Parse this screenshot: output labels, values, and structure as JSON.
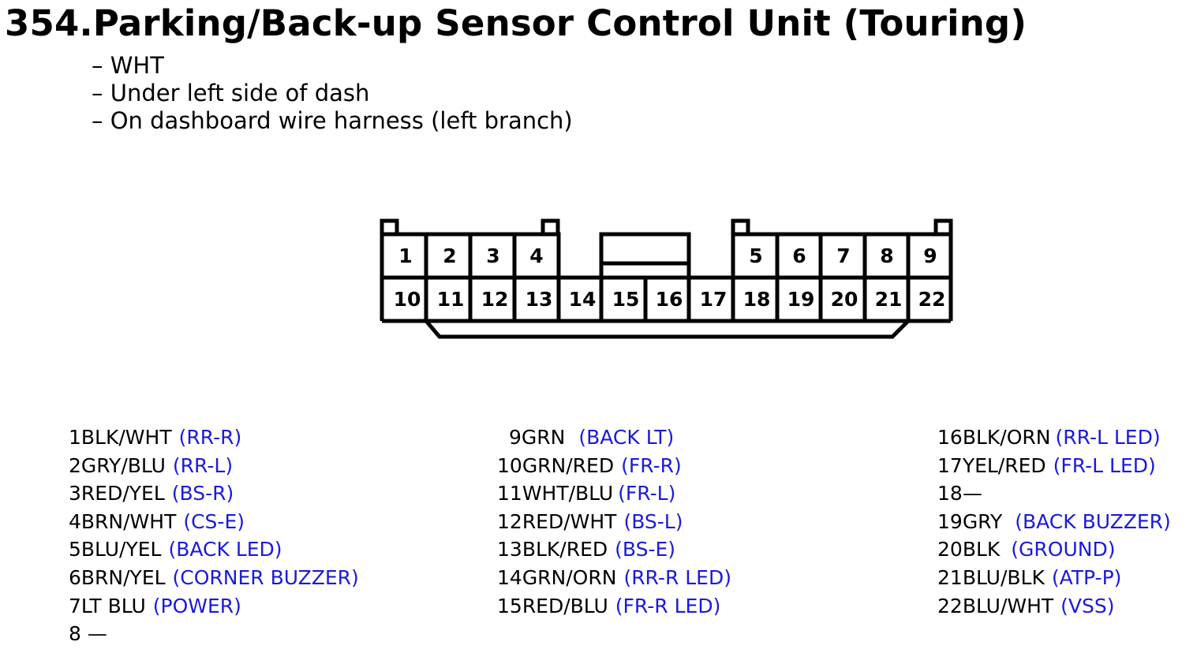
{
  "title": "354.Parking/Back-up Sensor Control Unit (Touring)",
  "notes": [
    "– WHT",
    "– Under left side of dash",
    "– On dashboard wire harness (left branch)"
  ],
  "connector": {
    "top_row": [
      "1",
      "2",
      "3",
      "4",
      "5",
      "6",
      "7",
      "8",
      "9"
    ],
    "bottom_row": [
      "10",
      "11",
      "12",
      "13",
      "14",
      "15",
      "16",
      "17",
      "18",
      "19",
      "20",
      "21",
      "22"
    ]
  },
  "pins": {
    "col1": [
      {
        "no": "1",
        "wire": "BLK/WHT",
        "desc": "(RR-R)"
      },
      {
        "no": "2",
        "wire": "GRY/BLU",
        "desc": "(RR-L)"
      },
      {
        "no": "3",
        "wire": "RED/YEL",
        "desc": "(BS-R)"
      },
      {
        "no": "4",
        "wire": "BRN/WHT",
        "desc": "(CS-E)"
      },
      {
        "no": "5",
        "wire": "BLU/YEL",
        "desc": "(BACK LED)"
      },
      {
        "no": "6",
        "wire": "BRN/YEL",
        "desc": "(CORNER BUZZER)"
      },
      {
        "no": "7",
        "wire": "LT BLU",
        "desc": "(POWER)"
      },
      {
        "no": "8",
        "wire": " —",
        "desc": ""
      }
    ],
    "col2": [
      {
        "no": "9",
        "wire": "GRN",
        "desc": "(BACK LT)"
      },
      {
        "no": "10",
        "wire": "GRN/RED",
        "desc": "(FR-R)"
      },
      {
        "no": "11",
        "wire": "WHT/BLU",
        "desc": "(FR-L)"
      },
      {
        "no": "12",
        "wire": "RED/WHT",
        "desc": "(BS-L)"
      },
      {
        "no": "13",
        "wire": "BLK/RED",
        "desc": "(BS-E)"
      },
      {
        "no": "14",
        "wire": "GRN/ORN",
        "desc": "(RR-R LED)"
      },
      {
        "no": "15",
        "wire": "RED/BLU",
        "desc": "(FR-R LED)"
      }
    ],
    "col3": [
      {
        "no": "16",
        "wire": "BLK/ORN",
        "desc": "(RR-L LED)"
      },
      {
        "no": "17",
        "wire": "YEL/RED",
        "desc": "(FR-L LED)"
      },
      {
        "no": "18",
        "wire": "—",
        "desc": ""
      },
      {
        "no": "19",
        "wire": "GRY",
        "desc": "(BACK BUZZER)"
      },
      {
        "no": "20",
        "wire": "BLK",
        "desc": "(GROUND)"
      },
      {
        "no": "21",
        "wire": "BLU/BLK",
        "desc": "(ATP-P)"
      },
      {
        "no": "22",
        "wire": "BLU/WHT",
        "desc": "(VSS)"
      }
    ]
  },
  "colors": {
    "description_text": "#1a1adc",
    "outline": "#000000"
  }
}
